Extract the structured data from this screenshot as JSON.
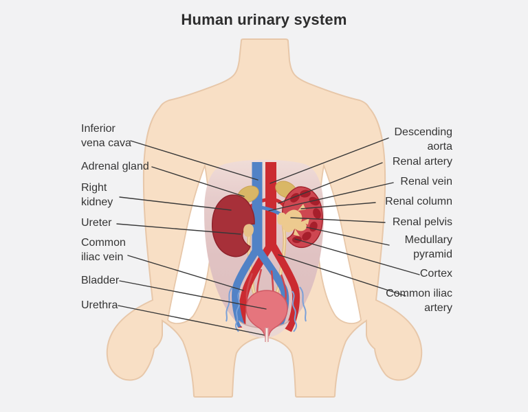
{
  "title": "Human urinary system",
  "labels": {
    "left": [
      {
        "id": "inferior-vena-cava",
        "label": "Inferior vena cava"
      },
      {
        "id": "adrenal-gland",
        "label": "Adrenal gland"
      },
      {
        "id": "right-kidney",
        "label": "Right kidney"
      },
      {
        "id": "ureter",
        "label": "Ureter"
      },
      {
        "id": "common-iliac-vein",
        "label": "Common iliac vein"
      },
      {
        "id": "bladder",
        "label": "Bladder"
      },
      {
        "id": "urethra",
        "label": "Urethra"
      }
    ],
    "right": [
      {
        "id": "descending-aorta",
        "label": "Descending aorta"
      },
      {
        "id": "renal-artery",
        "label": "Renal artery"
      },
      {
        "id": "renal-vein",
        "label": "Renal vein"
      },
      {
        "id": "renal-column",
        "label": "Renal column"
      },
      {
        "id": "renal-pelvis",
        "label": "Renal pelvis"
      },
      {
        "id": "medullary-pyramid",
        "label": "Medullary pyramid"
      },
      {
        "id": "cortex",
        "label": "Cortex"
      },
      {
        "id": "common-iliac-artery",
        "label": "Common iliac artery"
      }
    ]
  },
  "colors": {
    "background": "#f2f2f3",
    "skin": "#f8dfc5",
    "skin_outline": "#e7c7a9",
    "abdomen_pink": "#e0c2c2",
    "artery_red": "#cb2b31",
    "vein_blue": "#5182c6",
    "kidney_dark_red": "#a73039",
    "cortex_red": "#ce4751",
    "pyramid_red": "#a61f2b",
    "renal_pelvis_tan": "#edca8f",
    "adrenal_tan": "#d9b766",
    "ureter_tan": "#e2bd85",
    "bladder_pink": "#e5757d",
    "leader_line": "#383838",
    "text": "#343434"
  }
}
